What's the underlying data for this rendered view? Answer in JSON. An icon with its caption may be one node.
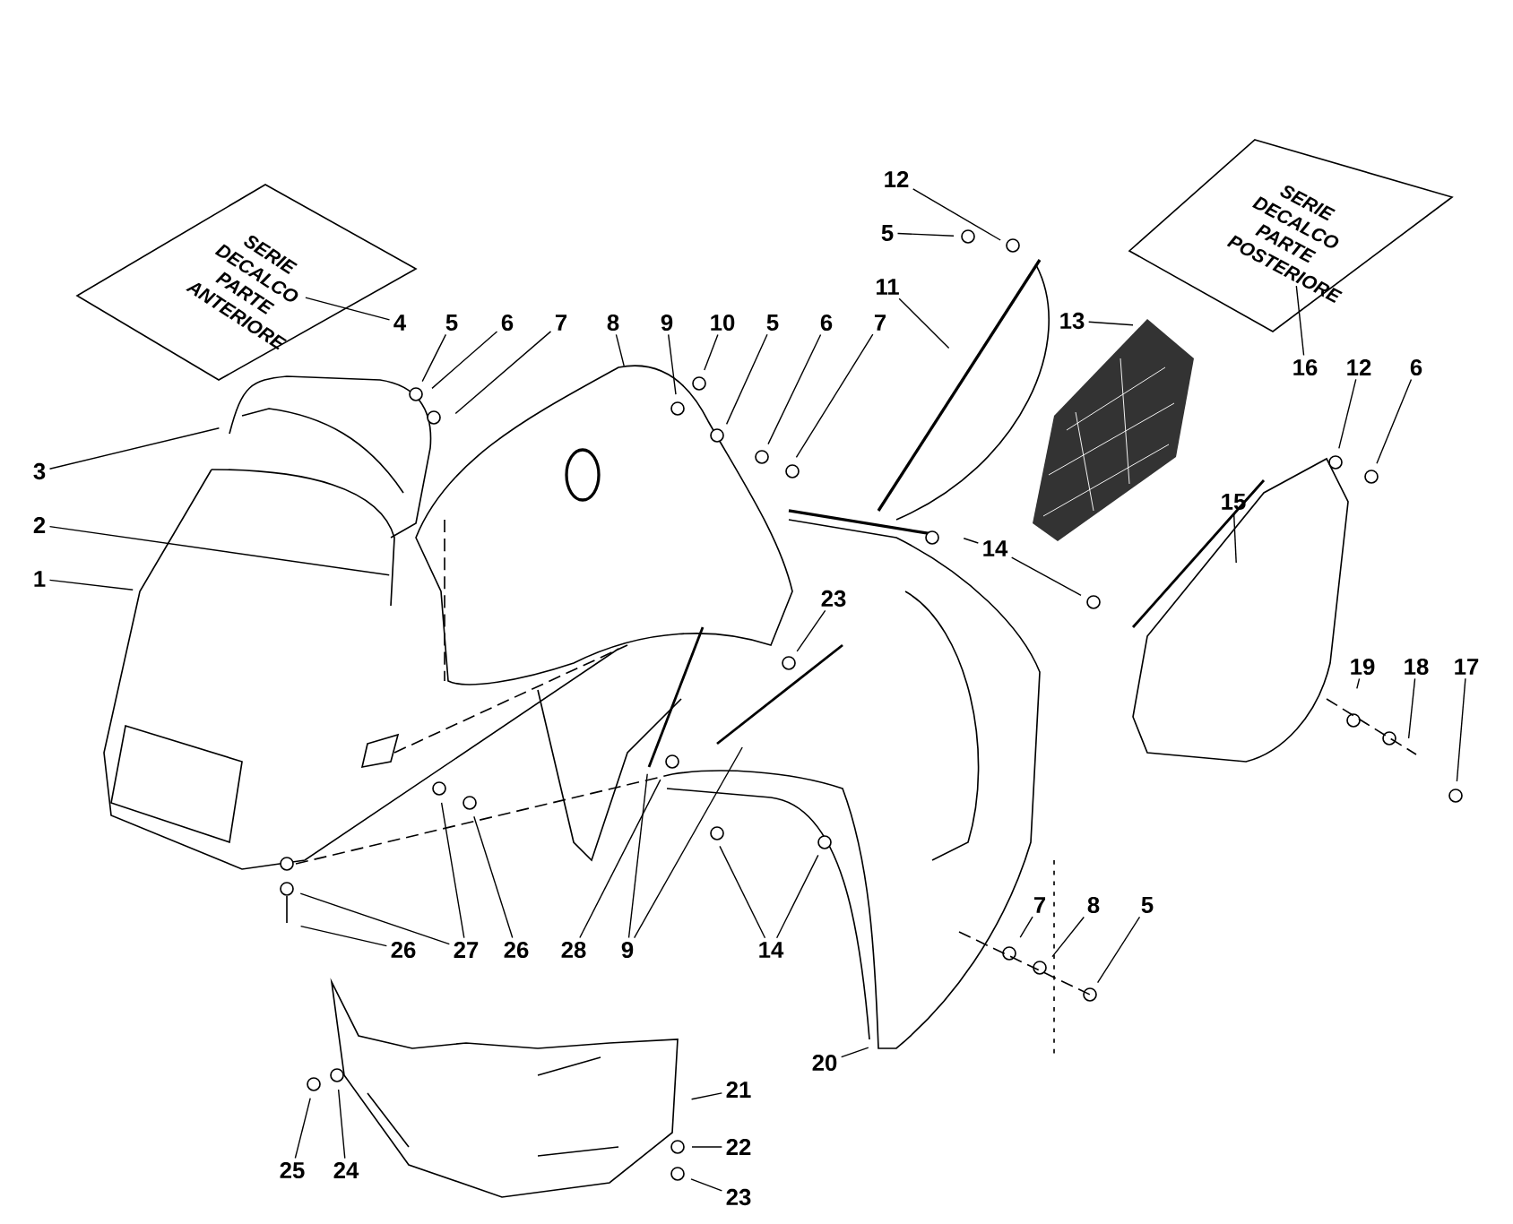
{
  "diagram": {
    "nodes": [
      {
        "text": [
          "SERIE DECALCO PARTE ANTERIORE"
        ]
      },
      {
        "text": [
          "SERIE DECALCO PARTE POSTERIORE"
        ]
      },
      {
        "text": [
          "12"
        ]
      },
      {
        "text": [
          "5"
        ]
      },
      {
        "text": [
          "11"
        ]
      },
      {
        "text": [
          "4"
        ]
      },
      {
        "text": [
          "5"
        ]
      },
      {
        "text": [
          "6"
        ]
      },
      {
        "text": [
          "7"
        ]
      },
      {
        "text": [
          "8"
        ]
      },
      {
        "text": [
          "9"
        ]
      },
      {
        "text": [
          "10"
        ]
      },
      {
        "text": [
          "5"
        ]
      },
      {
        "text": [
          "6"
        ]
      },
      {
        "text": [
          "7"
        ]
      },
      {
        "text": [
          "13"
        ]
      },
      {
        "text": [
          "16"
        ]
      },
      {
        "text": [
          "12"
        ]
      },
      {
        "text": [
          "6"
        ]
      },
      {
        "text": [
          "3"
        ]
      },
      {
        "text": [
          "15"
        ]
      },
      {
        "text": [
          "2"
        ]
      },
      {
        "text": [
          "14"
        ]
      },
      {
        "text": [
          "1"
        ]
      },
      {
        "text": [
          "23"
        ]
      },
      {
        "text": [
          "19"
        ]
      },
      {
        "text": [
          "18"
        ]
      },
      {
        "text": [
          "17"
        ]
      },
      {
        "text": [
          "7"
        ]
      },
      {
        "text": [
          "8"
        ]
      },
      {
        "text": [
          "5"
        ]
      },
      {
        "text": [
          "26"
        ]
      },
      {
        "text": [
          "27"
        ]
      },
      {
        "text": [
          "26"
        ]
      },
      {
        "text": [
          "28"
        ]
      },
      {
        "text": [
          "9"
        ]
      },
      {
        "text": [
          "14"
        ]
      },
      {
        "text": [
          "20"
        ]
      },
      {
        "text": [
          "21"
        ]
      },
      {
        "text": [
          "22"
        ]
      },
      {
        "text": [
          "25"
        ]
      },
      {
        "text": [
          "24"
        ]
      },
      {
        "text": [
          "23"
        ]
      }
    ],
    "edges": [
      {
        "from": 5,
        "to": 0,
        "arrow": "none"
      },
      {
        "from": 16,
        "to": 1,
        "arrow": "none"
      },
      {
        "from": 2,
        "to": null,
        "arrow": "none"
      },
      {
        "from": 3,
        "to": null,
        "arrow": "none"
      },
      {
        "from": 4,
        "to": null,
        "arrow": "none"
      },
      {
        "from": 6,
        "to": null,
        "arrow": "none"
      },
      {
        "from": 7,
        "to": null,
        "arrow": "none"
      },
      {
        "from": 8,
        "to": null,
        "arrow": "none"
      },
      {
        "from": 9,
        "to": null,
        "arrow": "none"
      },
      {
        "from": 10,
        "to": null,
        "arrow": "none"
      },
      {
        "from": 11,
        "to": null,
        "arrow": "none"
      },
      {
        "from": 12,
        "to": null,
        "arrow": "none"
      },
      {
        "from": 13,
        "to": null,
        "arrow": "none"
      },
      {
        "from": 14,
        "to": null,
        "arrow": "none"
      },
      {
        "from": 15,
        "to": null,
        "arrow": "none"
      },
      {
        "from": 17,
        "to": null,
        "arrow": "none"
      },
      {
        "from": 18,
        "to": null,
        "arrow": "none"
      },
      {
        "from": 19,
        "to": null,
        "arrow": "none"
      },
      {
        "from": 20,
        "to": null,
        "arrow": "none"
      },
      {
        "from": 21,
        "to": null,
        "arrow": "none"
      },
      {
        "from": 22,
        "to": null,
        "arrow": "none"
      },
      {
        "from": 22,
        "to": null,
        "arrow": "none"
      },
      {
        "from": 23,
        "to": null,
        "arrow": "none"
      },
      {
        "from": 24,
        "to": null,
        "arrow": "none"
      },
      {
        "from": 25,
        "to": null,
        "arrow": "none"
      },
      {
        "from": 26,
        "to": null,
        "arrow": "none"
      },
      {
        "from": 27,
        "to": null,
        "arrow": "none"
      },
      {
        "from": 28,
        "to": null,
        "arrow": "none"
      },
      {
        "from": 29,
        "to": null,
        "arrow": "none"
      },
      {
        "from": 30,
        "to": null,
        "arrow": "none"
      },
      {
        "from": 31,
        "to": null,
        "arrow": "none"
      },
      {
        "from": 32,
        "to": null,
        "arrow": "none"
      },
      {
        "from": 32,
        "to": null,
        "arrow": "none"
      },
      {
        "from": 33,
        "to": null,
        "arrow": "none"
      },
      {
        "from": 34,
        "to": null,
        "arrow": "none"
      },
      {
        "from": 35,
        "to": null,
        "arrow": "none"
      },
      {
        "from": 35,
        "to": null,
        "arrow": "none"
      },
      {
        "from": 36,
        "to": null,
        "arrow": "none"
      },
      {
        "from": 36,
        "to": null,
        "arrow": "none"
      },
      {
        "from": 37,
        "to": null,
        "arrow": "none"
      },
      {
        "from": 38,
        "to": null,
        "arrow": "none"
      },
      {
        "from": 39,
        "to": null,
        "arrow": "none"
      },
      {
        "from": 40,
        "to": null,
        "arrow": "none"
      },
      {
        "from": 41,
        "to": null,
        "arrow": "none"
      },
      {
        "from": 42,
        "to": null,
        "arrow": "none"
      }
    ]
  }
}
